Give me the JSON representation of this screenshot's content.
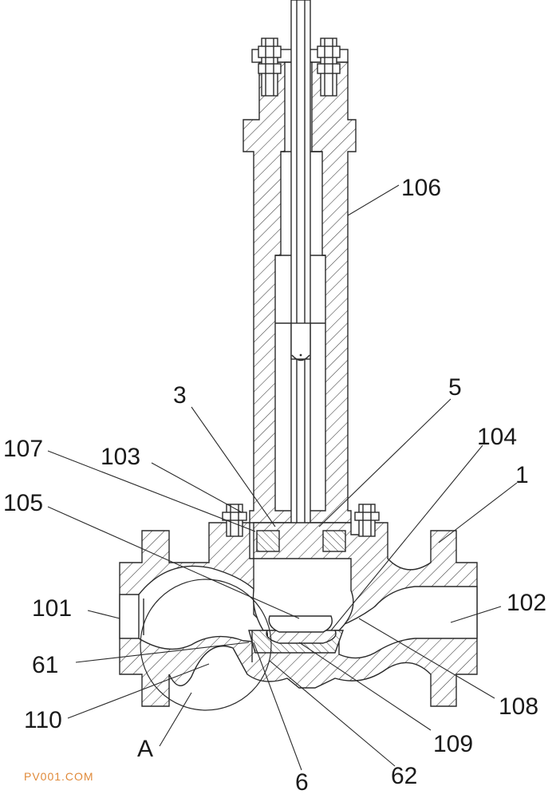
{
  "labels": {
    "l106": "106",
    "l3": "3",
    "l5": "5",
    "l104": "104",
    "l107": "107",
    "l103": "103",
    "l1": "1",
    "l105": "105",
    "l101": "101",
    "l102": "102",
    "l61": "61",
    "l110": "110",
    "l108": "108",
    "l109": "109",
    "lA": "A",
    "l6": "6",
    "l62": "62"
  },
  "watermark": "PV001.COM"
}
